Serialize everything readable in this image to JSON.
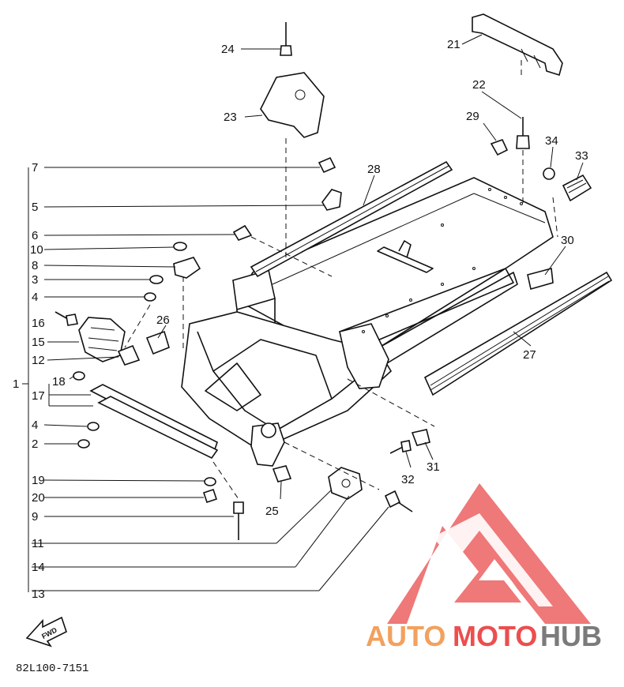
{
  "diagram_code": "82L100-7151",
  "fwd_label": "FWD",
  "watermark": {
    "part1": "AUTO",
    "part2": "MOTO",
    "part3": "HUB",
    "color_orange": "#f2a15e",
    "color_red": "#ec4e4e",
    "color_gray": "#7b7b7b"
  },
  "callouts": {
    "n1": "1",
    "n2": "2",
    "n3": "3",
    "n4a": "4",
    "n4b": "4",
    "n5": "5",
    "n6": "6",
    "n7": "7",
    "n8": "8",
    "n9": "9",
    "n10": "10",
    "n11": "11",
    "n12": "12",
    "n13": "13",
    "n14": "14",
    "n15": "15",
    "n16": "16",
    "n17": "17",
    "n18": "18",
    "n19": "19",
    "n20": "20",
    "n21": "21",
    "n22": "22",
    "n23": "23",
    "n24": "24",
    "n25": "25",
    "n26": "26",
    "n27": "27",
    "n28": "28",
    "n29": "29",
    "n30": "30",
    "n31": "31",
    "n32": "32",
    "n33": "33",
    "n34": "34"
  }
}
